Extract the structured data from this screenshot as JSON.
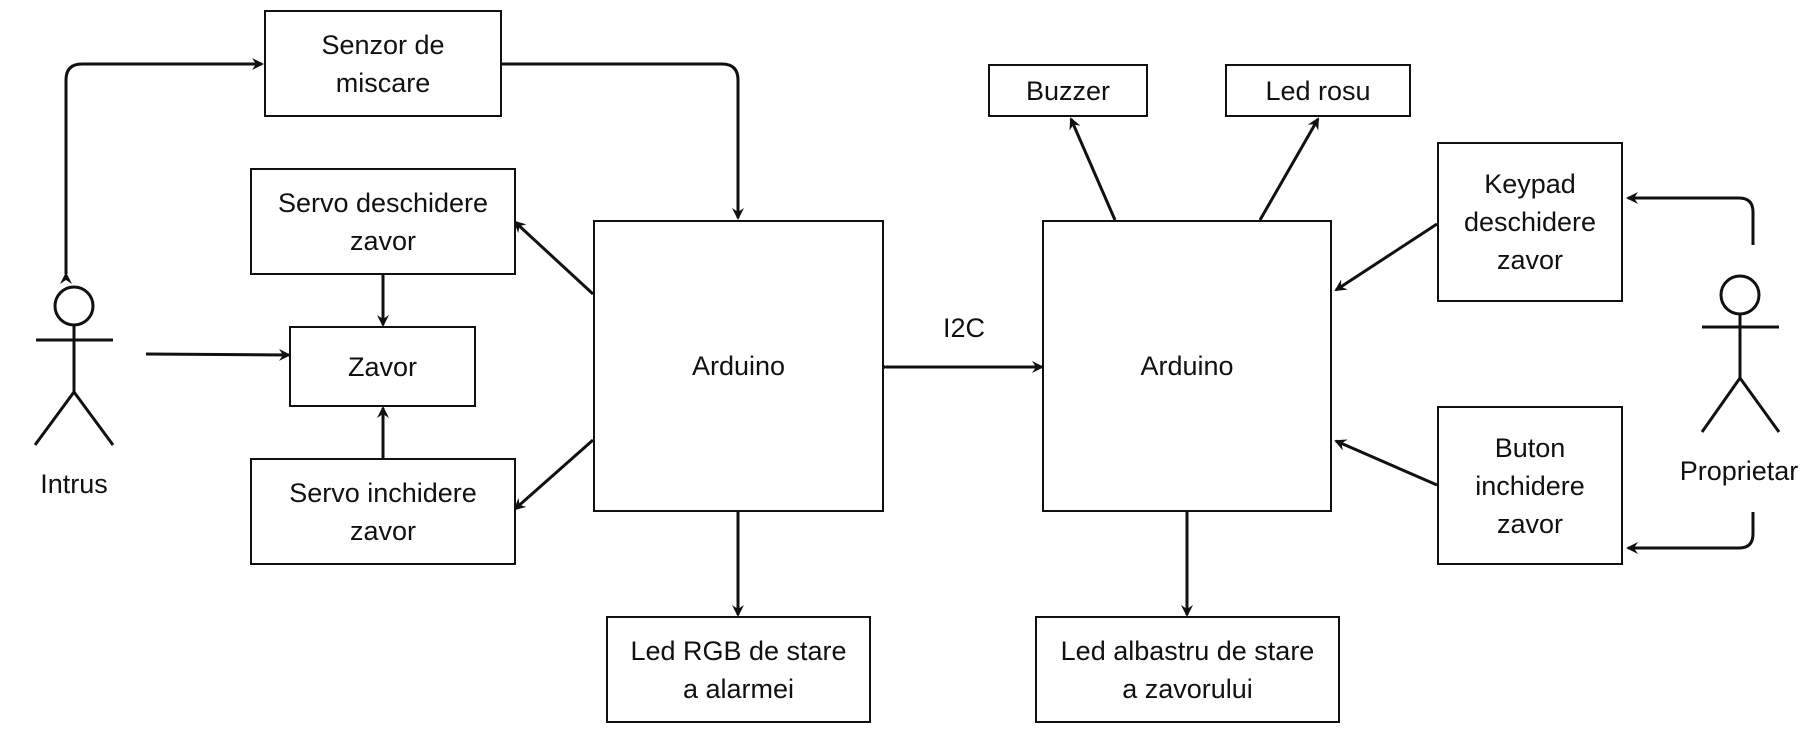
{
  "nodes": {
    "senzor": "Senzor de\nmiscare",
    "servo_deschidere": "Servo deschidere\nzavor",
    "zavor": "Zavor",
    "servo_inchidere": "Servo inchidere\nzavor",
    "arduino_left": "Arduino",
    "arduino_right": "Arduino",
    "led_rgb": "Led RGB de stare\na alarmei",
    "led_albastru": "Led albastru de stare\na zavorului",
    "buzzer": "Buzzer",
    "led_rosu": "Led rosu",
    "keypad": "Keypad\ndeschidere\nzavor",
    "buton": "Buton\ninchidere\nzavor"
  },
  "actors": {
    "intrus": "Intrus",
    "proprietar": "Proprietar"
  },
  "edges": {
    "i2c": "I2C"
  }
}
